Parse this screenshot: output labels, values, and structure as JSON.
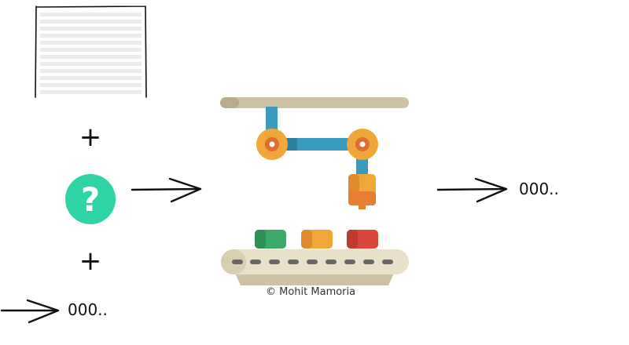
{
  "diagram": {
    "output_right": "000..",
    "output_bottom": "000..",
    "question_mark": "?",
    "plus_signs": [
      "+",
      "+"
    ],
    "credit": "© Mohit Mamoria",
    "colors": {
      "question_badge": "#2ed3a6",
      "rail": "#cdc2a3",
      "arm": "#3a9bbf",
      "joint": "#f0a73a",
      "joint_inner": "#e06c2e",
      "gripper": "#f0a73a",
      "box_green": "#3daa6b",
      "box_orange": "#f0a73a",
      "box_red": "#d9473a",
      "belt": "#e8e0c8",
      "belt_slots": "#666666"
    },
    "icons": [
      "document-icon",
      "question-icon",
      "robot-arm-icon",
      "conveyor-belt-icon",
      "arrow-icon"
    ]
  }
}
